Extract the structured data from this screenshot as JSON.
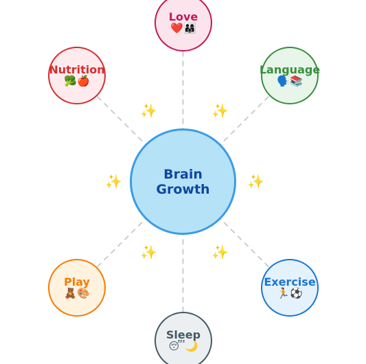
{
  "center": {
    "line1": "Brain",
    "line2": "Growth"
  },
  "nodes": {
    "love": {
      "label": "Love",
      "emoji": "❤️👨‍👩‍👧"
    },
    "language": {
      "label": "Language",
      "emoji": "🗣️📚"
    },
    "exercise": {
      "label": "Exercise",
      "emoji": "🏃⚽"
    },
    "sleep": {
      "label": "Sleep",
      "emoji": "😴🌙"
    },
    "play": {
      "label": "Play",
      "emoji": "🧸🎨"
    },
    "nutrition": {
      "label": "Nutrition",
      "emoji": "🥦🍎"
    }
  },
  "sparkle": "✨",
  "colors": {
    "center_fill": "#b6e2f7",
    "center_border": "#3b9be6",
    "center_text": "#0d47a1",
    "connector": "#cccccc",
    "sparkle": "#f6c800",
    "love": "#c2185b",
    "language": "#388e3c",
    "exercise": "#1976d2",
    "sleep": "#455a64",
    "play": "#f57c00",
    "nutrition": "#d32f2f"
  }
}
